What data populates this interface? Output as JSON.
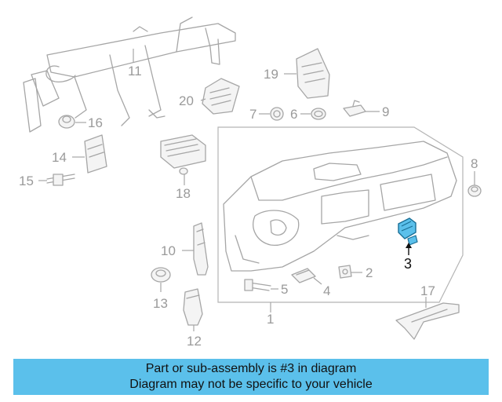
{
  "diagram": {
    "labels": {
      "p1": "1",
      "p2": "2",
      "p3": "3",
      "p4": "4",
      "p5": "5",
      "p6": "6",
      "p7": "7",
      "p8": "8",
      "p9": "9",
      "p10": "10",
      "p11": "11",
      "p12": "12",
      "p13": "13",
      "p14": "14",
      "p15": "15",
      "p16": "16",
      "p17": "17",
      "p18": "18",
      "p19": "19",
      "p20": "20"
    },
    "highlight_part": "3",
    "colors": {
      "highlight": "#5bc0eb",
      "line": "#a6a6a6",
      "label": "#9a9a9a"
    }
  },
  "banner": {
    "line1": "Part or sub-assembly is #3 in diagram",
    "line2": "Diagram may not be specific to your vehicle",
    "color": "#5bc0eb"
  }
}
